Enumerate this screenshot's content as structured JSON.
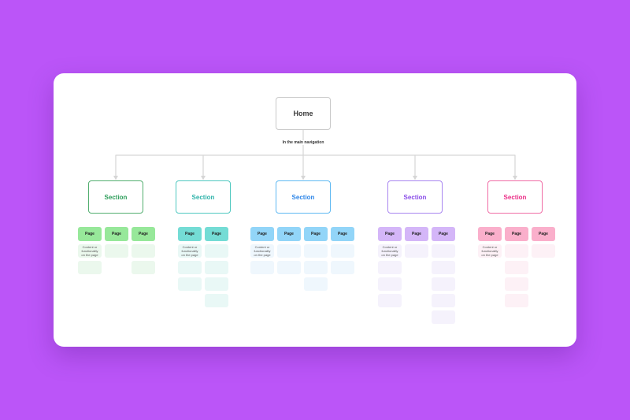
{
  "background_color": "#BB55F8",
  "connector_color": "#D6D6D6",
  "home": {
    "label": "Home"
  },
  "nav_note": "In the main navigation",
  "note_text": "Content or functionality on the page",
  "page_chip_label": "Page",
  "chip_text_color": "#222222",
  "note_text_color": "#555555",
  "groups": [
    {
      "name": "green",
      "section_label": "Section",
      "border_color": "#52AE6F",
      "label_color": "#2E9E5B",
      "chip_bg": "#97E89A",
      "faded_bg": "#EBF8ED",
      "columns": [
        2,
        1,
        2
      ]
    },
    {
      "name": "teal",
      "section_label": "Section",
      "border_color": "#4FC8C0",
      "label_color": "#2FB3AA",
      "chip_bg": "#74DCD5",
      "faded_bg": "#E9F8F6",
      "columns": [
        3,
        4
      ]
    },
    {
      "name": "blue",
      "section_label": "Section",
      "border_color": "#5FB9F2",
      "label_color": "#2E86E8",
      "chip_bg": "#92D5F8",
      "faded_bg": "#EFF7FD",
      "columns": [
        2,
        2,
        3,
        2
      ]
    },
    {
      "name": "purple",
      "section_label": "Section",
      "border_color": "#A885F0",
      "label_color": "#8A4DE8",
      "chip_bg": "#D4B6F8",
      "faded_bg": "#F5F2FC",
      "columns": [
        4,
        1,
        5
      ]
    },
    {
      "name": "pink",
      "section_label": "Section",
      "border_color": "#F06CA5",
      "label_color": "#EB2E87",
      "chip_bg": "#FAAFCB",
      "faded_bg": "#FDF1F6",
      "columns": [
        1,
        4,
        1
      ]
    }
  ]
}
